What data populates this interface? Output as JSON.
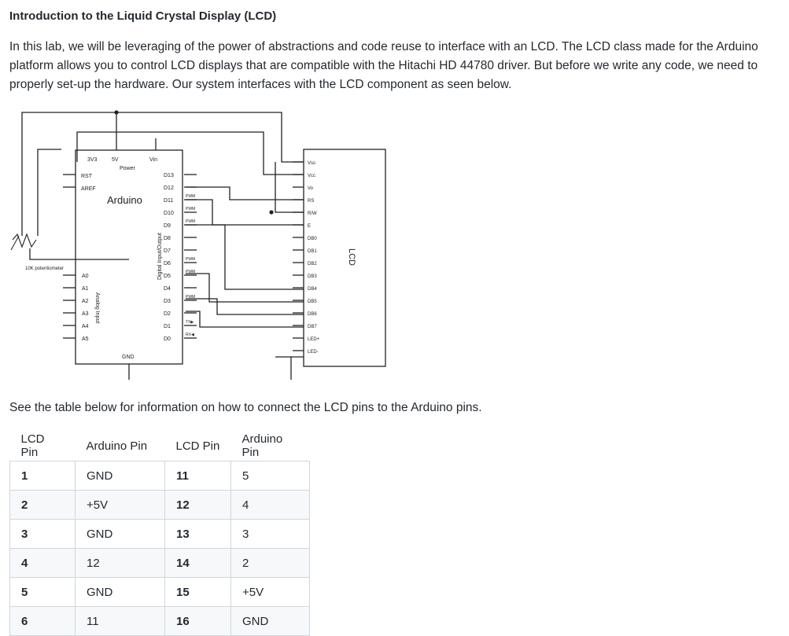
{
  "heading": "Introduction to the Liquid Crystal Display (LCD)",
  "intro": "In this lab, we will be leveraging of the power of abstractions and code reuse to interface with an LCD. The LCD class made for the Arduino platform allows you to control LCD displays that are compatible with the Hitachi HD 44780 driver. But before we write any code, we need to properly set-up the hardware. Our system interfaces with the LCD component as seen below.",
  "schematic": {
    "arduino_title": "Arduino",
    "power_label": "Power",
    "pin_3v3": "3V3",
    "pin_5v": "5V",
    "pin_vin": "Vin",
    "pin_rst": "RST",
    "pin_aref": "AREF",
    "pin_gnd": "GND",
    "analog_label": "Analog Input",
    "digital_label": "Digital Input/Output",
    "pot_label": "10K potentiometer",
    "lcd_label": "LCD",
    "analog_pins": [
      "A0",
      "A1",
      "A2",
      "A3",
      "A4",
      "A5"
    ],
    "digital_pins": [
      "D13",
      "D12",
      "D11",
      "D10",
      "D9",
      "D8",
      "D7",
      "D6",
      "D5",
      "D4",
      "D3",
      "D2",
      "D1",
      "D0"
    ],
    "pin_markers": [
      "",
      "",
      "PWM",
      "PWM",
      "PWM",
      "",
      "",
      "PWM",
      "PWM",
      "",
      "PWM",
      "",
      "TX▶",
      "RX◀"
    ],
    "lcd_pins": [
      "Vss",
      "Vcc",
      "Vo",
      "RS",
      "R/W",
      "E",
      "DB0",
      "DB1",
      "DB2",
      "DB3",
      "DB4",
      "DB5",
      "DB6",
      "DB7",
      "LED+",
      "LED-"
    ]
  },
  "table_intro": "See the table below for information on how to connect the LCD pins to the Arduino pins.",
  "table": {
    "headers": [
      "LCD Pin",
      "Arduino Pin",
      "LCD Pin",
      "Arduino Pin"
    ],
    "rows": [
      [
        "1",
        "GND",
        "11",
        "5"
      ],
      [
        "2",
        "+5V",
        "12",
        "4"
      ],
      [
        "3",
        "GND",
        "13",
        "3"
      ],
      [
        "4",
        "12",
        "14",
        "2"
      ],
      [
        "5",
        "GND",
        "15",
        "+5V"
      ],
      [
        "6",
        "11",
        "16",
        "GND"
      ]
    ]
  }
}
